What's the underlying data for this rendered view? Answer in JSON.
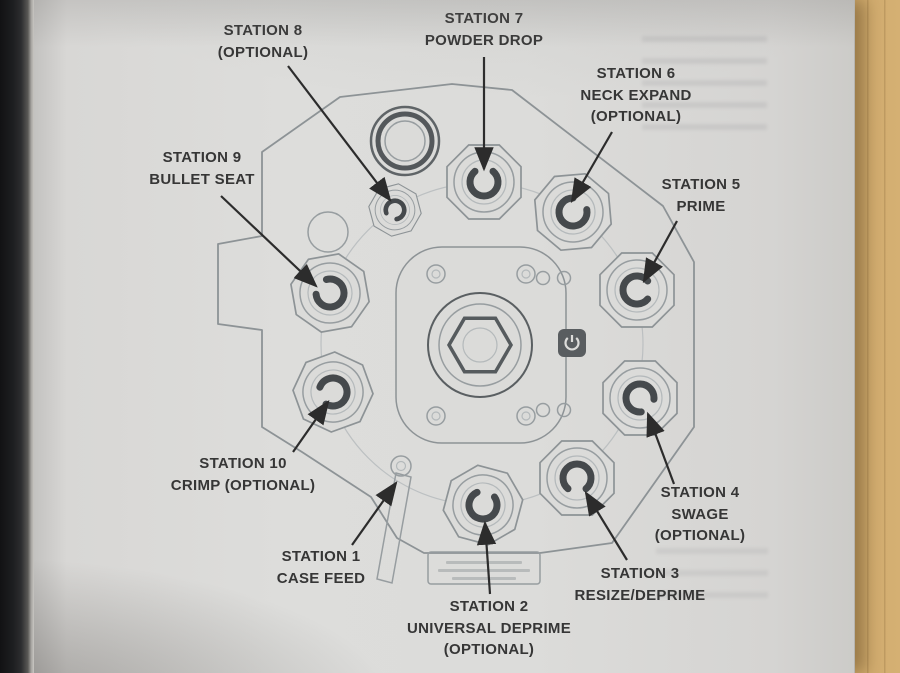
{
  "document": {
    "kind": "printed manual page",
    "subject": "10-station reloading press tool-head station diagram"
  },
  "colors": {
    "paper": "#dcdcda",
    "wood": "#caa464",
    "spine": "#1d1e20",
    "ink": "#363636",
    "drawing_line": "#8d9396",
    "arrow": "#2c2c2c"
  },
  "labels": {
    "s1": [
      "STATION 1",
      "CASE FEED"
    ],
    "s2": [
      "STATION 2",
      "UNIVERSAL DEPRIME",
      "(OPTIONAL)"
    ],
    "s3": [
      "STATION 3",
      "RESIZE/DEPRIME"
    ],
    "s4": [
      "STATION 4",
      "SWAGE",
      "(OPTIONAL)"
    ],
    "s5": [
      "STATION 5",
      "PRIME"
    ],
    "s6": [
      "STATION 6",
      "NECK EXPAND",
      "(OPTIONAL)"
    ],
    "s7": [
      "STATION 7",
      "POWDER DROP"
    ],
    "s8": [
      "STATION 8",
      "(OPTIONAL)"
    ],
    "s9": [
      "STATION 9",
      "BULLET SEAT"
    ],
    "s10": [
      "STATION 10",
      "CRIMP (OPTIONAL)"
    ]
  }
}
